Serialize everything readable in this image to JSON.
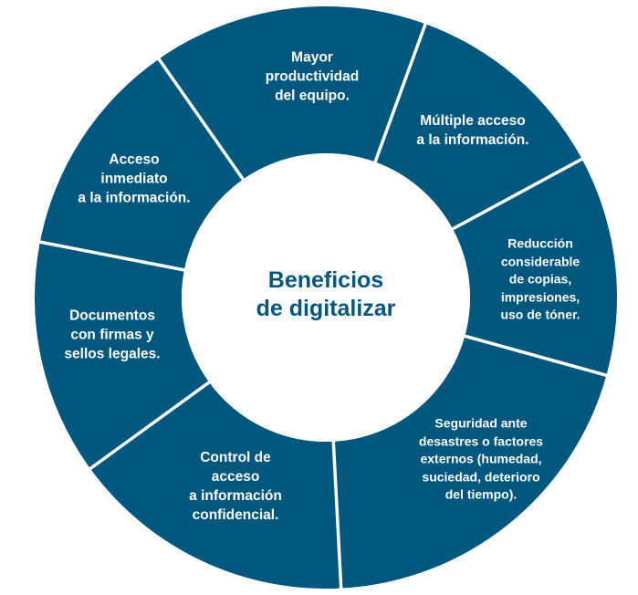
{
  "title": "Beneficios\nde digitalizar",
  "colors": {
    "segment": "#02577e",
    "divider": "#ffffff",
    "hub": "#ffffff",
    "title": "#02577e",
    "label": "#ffffff"
  },
  "segments": [
    {
      "id": "mayor-productividad",
      "text": "Mayor\nproductividad\ndel equipo."
    },
    {
      "id": "multiple-acceso",
      "text": "Múltiple acceso\na la información."
    },
    {
      "id": "reduccion-copias",
      "text": "Reducción\nconsiderable\nde copias,\nimpresiones,\nuso de tóner."
    },
    {
      "id": "seguridad-desastres",
      "text": "Seguridad ante\ndesastres o factores\nexternos (humedad,\nsuciedad, deterioro\ndel tiempo)."
    },
    {
      "id": "control-acceso",
      "text": "Control de\nacceso\na información\nconfidencial."
    },
    {
      "id": "documentos-firmas",
      "text": "Documentos\ncon firmas y\nsellos legales."
    },
    {
      "id": "acceso-inmediato",
      "text": "Acceso\ninmediato\na la información."
    }
  ]
}
